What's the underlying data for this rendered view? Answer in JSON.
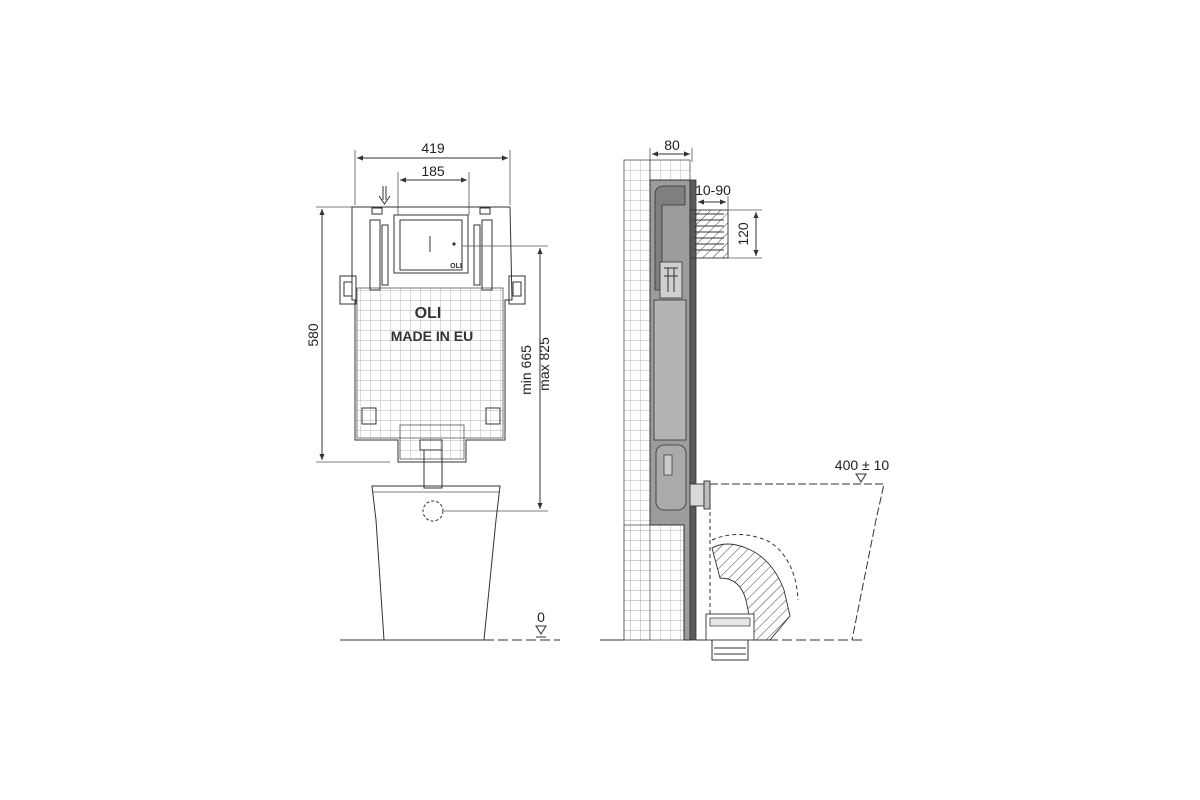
{
  "front_view": {
    "width_label": "419",
    "button_width_label": "185",
    "height_label": "580",
    "install_height_min_label": "min 665",
    "install_height_max_label": "max 825",
    "brand_logo": "OLI",
    "made_in_label": "MADE IN EU",
    "plate_logo": "OLI",
    "floor_level_label": "0"
  },
  "side_view": {
    "depth_label": "80",
    "pipe_range_label": "10-90",
    "pipe_height_label": "120",
    "bowl_height_label": "400 ± 10"
  }
}
